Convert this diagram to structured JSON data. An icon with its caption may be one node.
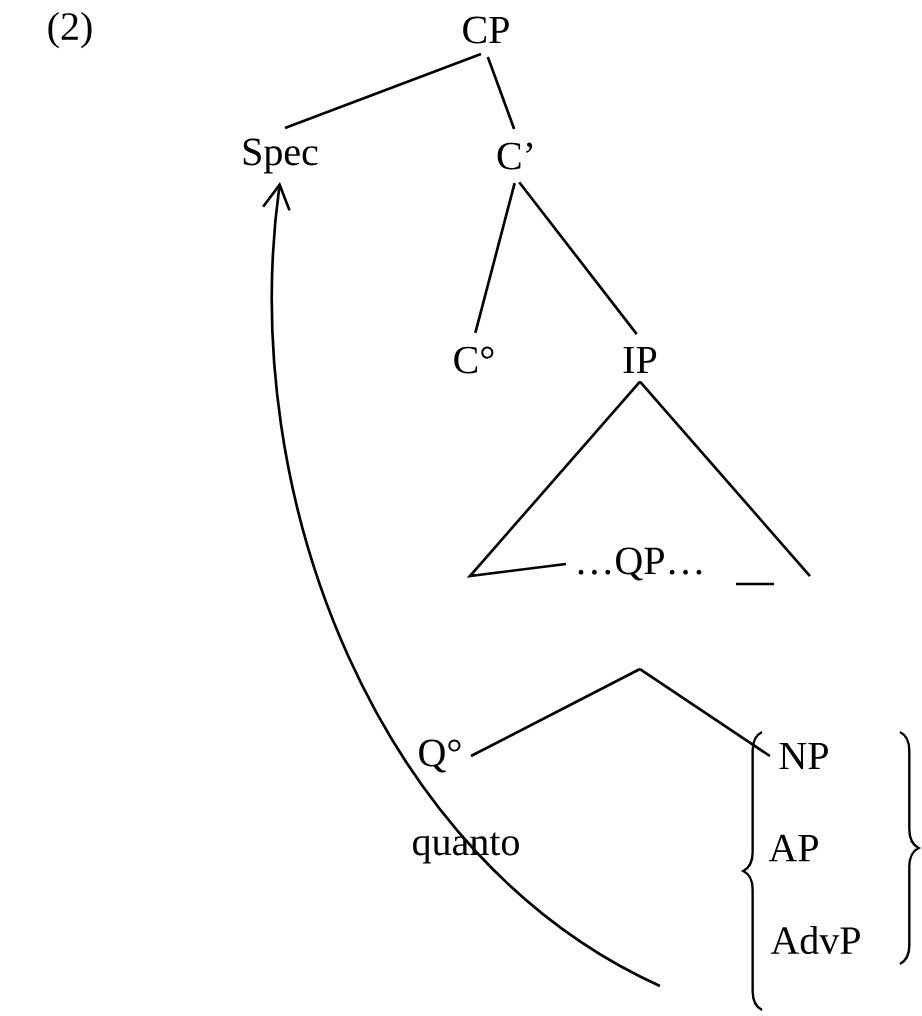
{
  "diagram": {
    "nodes": [
      {
        "text": [
          "CP"
        ]
      },
      {
        "text": [
          "Spec"
        ]
      },
      {
        "text": [
          "C’"
        ]
      },
      {
        "text": [
          "C°"
        ]
      },
      {
        "text": [
          "IP"
        ]
      },
      {
        "text": [
          "…QP…"
        ]
      },
      {
        "text": [
          "Q°"
        ]
      },
      {
        "text": [
          "NP"
        ]
      },
      {
        "text": [
          "AP"
        ]
      },
      {
        "text": [
          "AdvP"
        ]
      }
    ],
    "edges": [
      {
        "from": 0,
        "to": 1,
        "arrow": "none"
      },
      {
        "from": 0,
        "to": 2,
        "arrow": "none"
      },
      {
        "from": 2,
        "to": 3,
        "arrow": "none"
      },
      {
        "from": 2,
        "to": 4,
        "arrow": "none"
      },
      {
        "from": 4,
        "to": 5,
        "arrow": "none"
      },
      {
        "from": 5,
        "to": 6,
        "arrow": "none"
      },
      {
        "from": 5,
        "to": 7,
        "arrow": "none"
      },
      {
        "from": null,
        "to": 1,
        "arrow": "to"
      }
    ],
    "labels": [
      "(2)",
      "quanto"
    ]
  }
}
